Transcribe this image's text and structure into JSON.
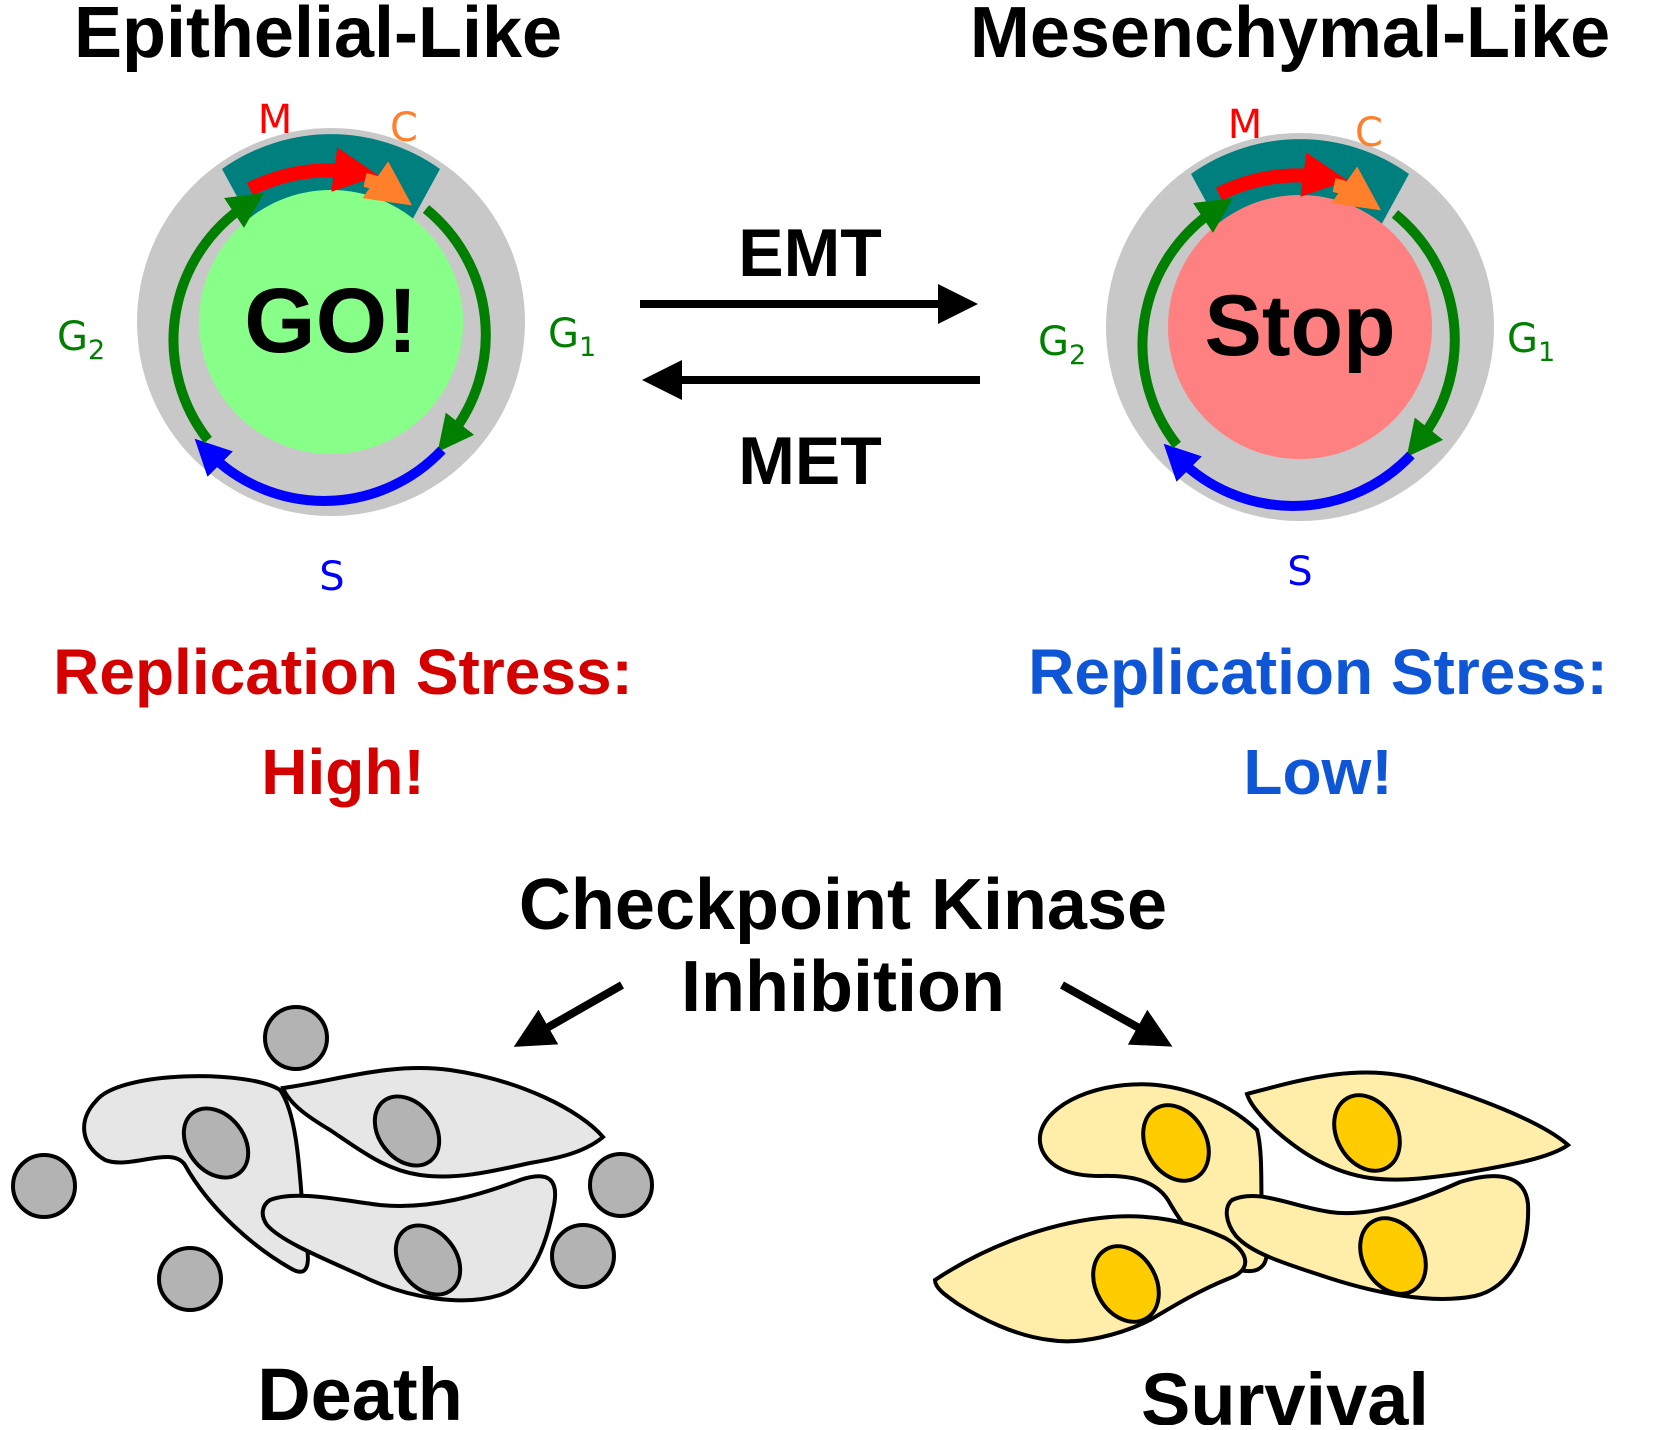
{
  "epithelial": {
    "title": "Epithelial-Like",
    "center_label": "GO!",
    "center_color": "#88ff88",
    "phases": {
      "m": "M",
      "c": "C",
      "g1": "G",
      "g1_sub": "1",
      "g2": "G",
      "g2_sub": "2",
      "s": "S"
    },
    "stress_title": "Replication Stress:",
    "stress_level": "High!",
    "stress_color": "#d40000"
  },
  "mesenchymal": {
    "title": "Mesenchymal-Like",
    "center_label": "Stop",
    "center_color": "#ff8080",
    "phases": {
      "m": "M",
      "c": "C",
      "g1": "G",
      "g1_sub": "1",
      "g2": "G",
      "g2_sub": "2",
      "s": "S"
    },
    "stress_title": "Replication Stress:",
    "stress_level": "Low!",
    "stress_color": "#0f56d6"
  },
  "transitions": {
    "forward": "EMT",
    "reverse": "MET"
  },
  "treatment": {
    "line1": "Checkpoint Kinase",
    "line2": "Inhibition"
  },
  "outcomes": {
    "left": "Death",
    "right": "Survival"
  },
  "colors": {
    "ring": "#c8c8c8",
    "mc_band": "#007f7f",
    "m_arrow": "#ff0000",
    "c_arrow": "#ff7f2a",
    "g_arrow": "#007f00",
    "s_arrow": "#0000ff",
    "m_label": "#ff0000",
    "c_label": "#ff7f2a",
    "g_label": "#007f00",
    "s_label": "#0000ff",
    "dead_cell": "#e6e6e6",
    "dead_nucleus": "#b3b3b3",
    "dead_round": "#b3b3b3",
    "live_cell": "#ffeeaa",
    "live_nucleus": "#ffcc00"
  }
}
